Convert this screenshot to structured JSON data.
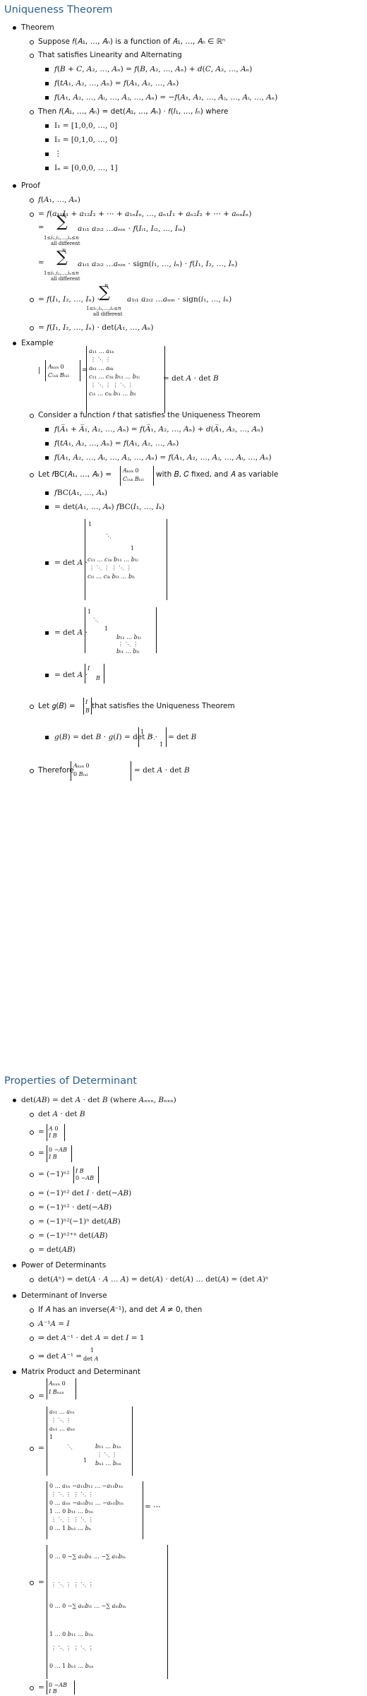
{
  "sections": [
    {
      "title": "Uniqueness Theorem"
    },
    {
      "title": "Properties of Determinant"
    }
  ],
  "lines": [
    {
      "id": "l1",
      "text": "Theorem"
    },
    {
      "id": "l2",
      "text": "Suppose 𝑓(𝐴₁, …, 𝐴ₙ) is a function of 𝐴₁, …, 𝐴ₙ ∈ ℝⁿ"
    },
    {
      "id": "l3",
      "text": "That satisfies Linearity and Alternating"
    },
    {
      "id": "l4",
      "text": "𝑓(𝐵 + 𝐶, 𝐴₂, …, 𝐴ₙ) = 𝑓(𝐵, 𝐴₂, …, 𝐴ₙ) + 𝑑(𝐶, 𝐴₂, …, 𝐴ₙ)"
    },
    {
      "id": "l5",
      "text": "𝑓(𝑡𝐴₁, 𝐴₂, …, 𝐴ₙ) = 𝑓(𝐴₁, 𝐴₂, …, 𝐴ₙ)"
    },
    {
      "id": "l6",
      "text": "𝑓(𝐴₁, 𝐴₂, …, 𝐴ᵢ, …, 𝐴ⱼ, …, 𝐴ₙ) = −𝑓(𝐴₁, 𝐴₂, …, 𝐴ⱼ, …, 𝐴ᵢ, …, 𝐴ₙ)"
    },
    {
      "id": "l7",
      "text": "Then 𝑓(𝐴₁, …, 𝐴ₙ) = det(𝐴₁, …, 𝐴ₙ) ⋅ 𝑓(𝐼₁, …, 𝐼ₙ) where"
    },
    {
      "id": "l8",
      "text": "I₁ = [1,0,0, …, 0]"
    },
    {
      "id": "l9",
      "text": "I₂ = [0,1,0, …, 0]"
    },
    {
      "id": "l10",
      "text": "⋮"
    },
    {
      "id": "l11",
      "text": "Iₙ = [0,0,0, …, 1]"
    },
    {
      "id": "l12",
      "text": "Proof"
    },
    {
      "id": "l13",
      "text": "𝑓(𝐴₁, …, 𝐴ₙ)"
    },
    {
      "id": "l14",
      "text": "= 𝑓(𝑎₁₁𝐼₁ + 𝑎₁₂𝐼₂ + ⋯ + 𝑎₁ₙ𝐼ₙ, …, 𝑎ₙ₁𝐼₁ + 𝑎ₙ₂𝐼₂ + ⋯ + 𝑎ₙₙ𝐼ₙ)"
    },
    {
      "id": "l15",
      "text": "𝑎₁ᵢ₁ 𝑎₂ᵢ₂ …𝑎ₙᵢₙ ⋅ 𝑓(𝐼ᵢ₁, 𝐼ᵢ₂, …, 𝐼ᵢₙ)"
    },
    {
      "id": "l16",
      "text": "𝑎₁ᵢ₁ 𝑎₂ᵢ₂ …𝑎ₙᵢₙ ⋅ sign(𝑖₁, …, 𝑖ₙ) ⋅ 𝑓(𝐼₁, 𝐼₂, …, 𝐼ₙ)"
    },
    {
      "id": "l17",
      "text": "= 𝑓(𝐼₁, 𝐼₂, …, 𝐼ₙ) ⋅"
    },
    {
      "id": "l18",
      "text": "𝑎₁ᵢ₁ 𝑎₂ᵢ₂ …𝑎ₙᵢₙ ⋅ sign(𝑖₁, …, 𝑖ₙ)"
    },
    {
      "id": "l19",
      "text": "= 𝑓(𝐼₁, 𝐼₂, …, 𝐼ₙ) ⋅ det(𝐴₁, …, 𝐴ₙ)"
    },
    {
      "id": "l20",
      "text": "Example"
    },
    {
      "id": "l21",
      "text": "= det 𝐴 ⋅ det 𝐵"
    },
    {
      "id": "l22",
      "text": "Consider a function 𝑓 that satisfies the Uniqueness Theorem"
    },
    {
      "id": "l23",
      "text": "𝑓(𝐴̅₁ + 𝐴̅₁, 𝐴₂, …, 𝐴ₙ) = 𝑓(𝐴̅₁, 𝐴₂, …, 𝐴ₙ) + 𝑑(𝐴̅₁, 𝐴₂, …, 𝐴ₙ)"
    },
    {
      "id": "l24",
      "text": "𝑓(𝑡𝐴₁, 𝐴₂, …, 𝐴ₙ) = 𝑓(𝐴₁, 𝐴₂, …, 𝐴ₙ)"
    },
    {
      "id": "l25",
      "text": "𝑓(𝐴₁, 𝐴₂, …, 𝐴ᵢ, …, 𝐴ⱼ, …, 𝐴ₙ) = 𝑓(𝐴₁, 𝐴₂, …, 𝐴ⱼ, …, 𝐴ᵢ, …, 𝐴ₙ)"
    },
    {
      "id": "l26",
      "text": "Let 𝑓BC(𝐴₁, …, 𝐴ₖ) ="
    },
    {
      "id": "l27",
      "text": "with 𝐵, 𝐶 fixed, and 𝐴 as variable"
    },
    {
      "id": "l28",
      "text": "𝑓BC(𝐴₁, …, 𝐴ₖ)"
    },
    {
      "id": "l29",
      "text": "= det(𝐴₁, …, 𝐴ₖ) 𝑓BC(𝐼₁, …, 𝐼ₖ)"
    },
    {
      "id": "l30",
      "text": "= det 𝐴 ⋅"
    },
    {
      "id": "l31",
      "text": "= det 𝐴 ⋅"
    },
    {
      "id": "l32",
      "text": "= det 𝐴 ⋅"
    },
    {
      "id": "l33",
      "text": "Let 𝑔(𝐵) ="
    },
    {
      "id": "l34",
      "text": "that satisfies the Uniqueness Theorem"
    },
    {
      "id": "l35",
      "text": "𝑔(𝐵) = det 𝐵 ⋅ 𝑔(𝐼) = det 𝐵 ⋅"
    },
    {
      "id": "l36",
      "text": "= det 𝐵"
    },
    {
      "id": "l37",
      "text": "Therefore"
    },
    {
      "id": "l38",
      "text": "= det 𝐴 ⋅ det 𝐵"
    },
    {
      "id": "p1",
      "text": "det(𝐴𝐵) = det 𝐴 ⋅ det 𝐵 (where 𝐴ₙₓₙ, 𝐵ₙₓₙ)"
    },
    {
      "id": "p2",
      "text": "det 𝐴 ⋅ det 𝐵"
    },
    {
      "id": "p3",
      "text": "="
    },
    {
      "id": "p4",
      "text": "="
    },
    {
      "id": "p5",
      "text": "= (−1)ⁿ²"
    },
    {
      "id": "p6",
      "text": "= (−1)ⁿ² det 𝐼 ⋅ det(−𝐴𝐵)"
    },
    {
      "id": "p7",
      "text": "= (−1)ⁿ² ⋅ det(−𝐴𝐵)"
    },
    {
      "id": "p8",
      "text": "= (−1)ⁿ²(−1)ⁿ det(𝐴𝐵)"
    },
    {
      "id": "p9",
      "text": "= (−1)ⁿ²⁺ⁿ det(𝐴𝐵)"
    },
    {
      "id": "p10",
      "text": "= det(𝐴𝐵)"
    },
    {
      "id": "p11",
      "text": "Power of Determinants"
    },
    {
      "id": "p12",
      "text": "det(𝐴ⁿ) = det(𝐴 ⋅ 𝐴 … 𝐴) = det(𝐴) ⋅ det(𝐴) … det(𝐴) = (det 𝐴)ⁿ"
    },
    {
      "id": "p13",
      "text": "Determinant of Inverse"
    },
    {
      "id": "p14",
      "text": "If 𝐴 has an inverse(𝐴⁻¹), and det 𝐴 ≠ 0, then"
    },
    {
      "id": "p15",
      "text": "𝐴⁻¹𝐴 = 𝐼"
    },
    {
      "id": "p16",
      "text": "⇒ det 𝐴⁻¹ ⋅ det 𝐴 = det 𝐼 = 1"
    },
    {
      "id": "p17",
      "text": "⇒ det 𝐴⁻¹ ="
    },
    {
      "id": "p18",
      "text": "Matrix Product and Determinant"
    },
    {
      "id": "p19",
      "text": "="
    },
    {
      "id": "p20",
      "text": "="
    },
    {
      "id": "p21",
      "text": "= ⋯"
    },
    {
      "id": "p22",
      "text": "="
    },
    {
      "id": "p23",
      "text": "="
    }
  ],
  "small_text": {
    "sum_sub": "1≤𝑖₁,𝑖₂,…,𝑖ₙ≤𝑛",
    "sum_sub2": "all different",
    "sum_top": "𝑛",
    "frac_num": "1",
    "frac_den": "det 𝐴"
  }
}
